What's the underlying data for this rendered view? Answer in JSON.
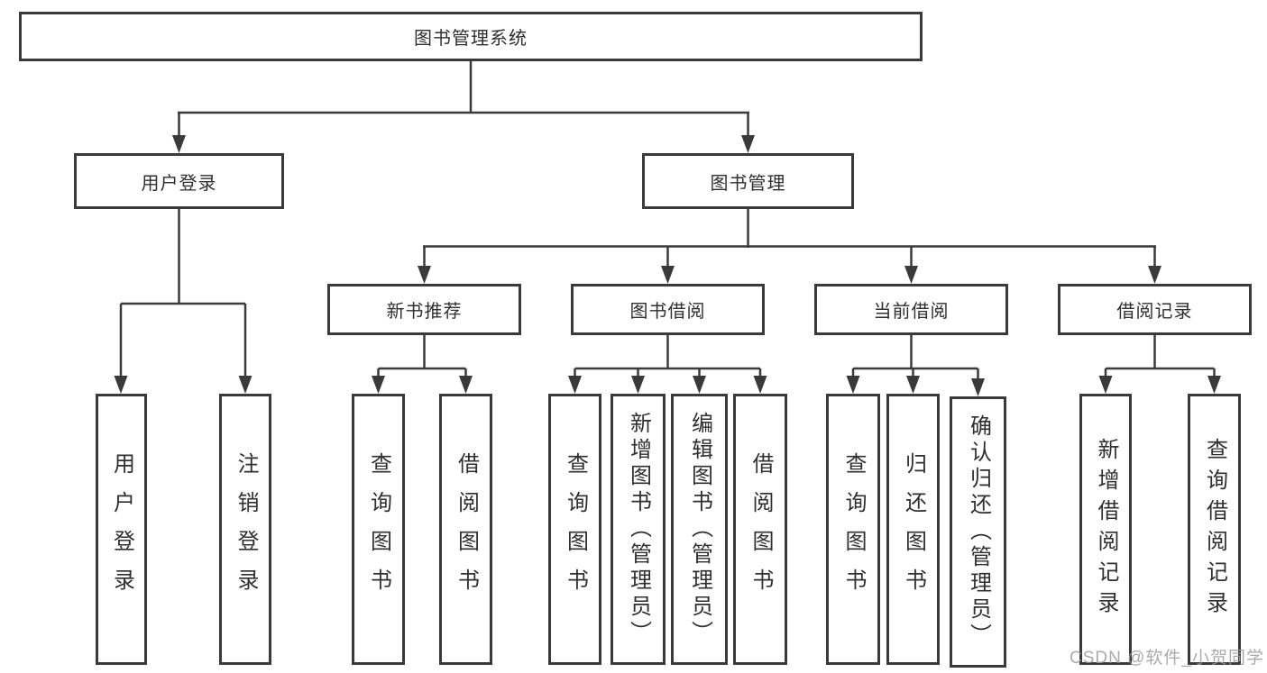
{
  "colors": {
    "line": "#3a3a3a",
    "text": "#2f2f2f",
    "background": "#ffffff",
    "watermark": "#9c9c9c"
  },
  "tree": {
    "label": "图书管理系统",
    "children": [
      {
        "label": "用户登录",
        "children": [
          {
            "label": "用户登录"
          },
          {
            "label": "注销登录"
          }
        ]
      },
      {
        "label": "图书管理",
        "children": [
          {
            "label": "新书推荐",
            "children": [
              {
                "label": "查询图书"
              },
              {
                "label": "借阅图书"
              }
            ]
          },
          {
            "label": "图书借阅",
            "children": [
              {
                "label": "查询图书"
              },
              {
                "label": "新增图书（管理员）"
              },
              {
                "label": "编辑图书（管理员）"
              },
              {
                "label": "借阅图书"
              }
            ]
          },
          {
            "label": "当前借阅",
            "children": [
              {
                "label": "查询图书"
              },
              {
                "label": "归还图书"
              },
              {
                "label": "确认归还（管理员）"
              }
            ]
          },
          {
            "label": "借阅记录",
            "children": [
              {
                "label": "新增借阅记录"
              },
              {
                "label": "查询借阅记录"
              }
            ]
          }
        ]
      }
    ]
  },
  "watermark": {
    "text": "CSDN @软件_小贺同学"
  }
}
